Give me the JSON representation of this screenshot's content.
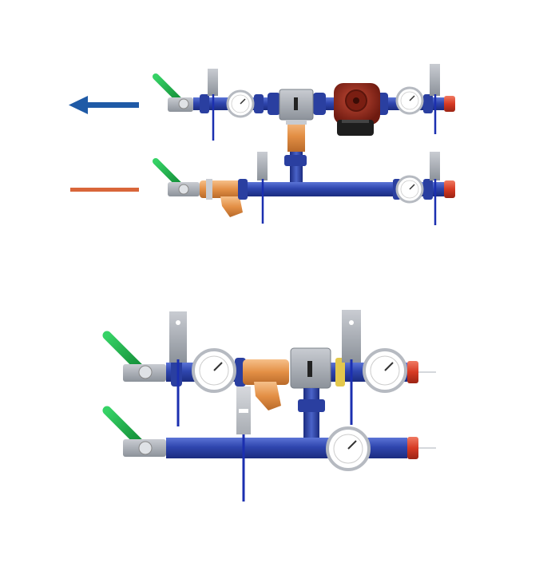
{
  "diagram": {
    "top_assembly": {
      "supply_arrow": {
        "direction": "left",
        "color": "#1f5aa6"
      },
      "return_line": {
        "color": "#d9663a"
      },
      "components": [
        "ball-valve",
        "thermometer",
        "mixing-valve",
        "circulation-pump",
        "thermometer",
        "strainer",
        "thermometer"
      ]
    },
    "bottom_assembly": {
      "components": [
        "ball-valve",
        "thermometer",
        "strainer",
        "mixing-valve",
        "thermometer",
        "ball-valve",
        "thermometer"
      ]
    }
  },
  "colors": {
    "pipe": "#2a3fa0",
    "pipe_light": "#4a63c9",
    "bracket": "#b8bcc4",
    "handle": "#1db64a",
    "brass": "#e39a55",
    "valve_body": "#9aa0a8",
    "pump": "#9b2a1c",
    "pipe_end": "#d63a24",
    "gauge_face": "#ffffff",
    "stem": "#1b2fb0"
  }
}
